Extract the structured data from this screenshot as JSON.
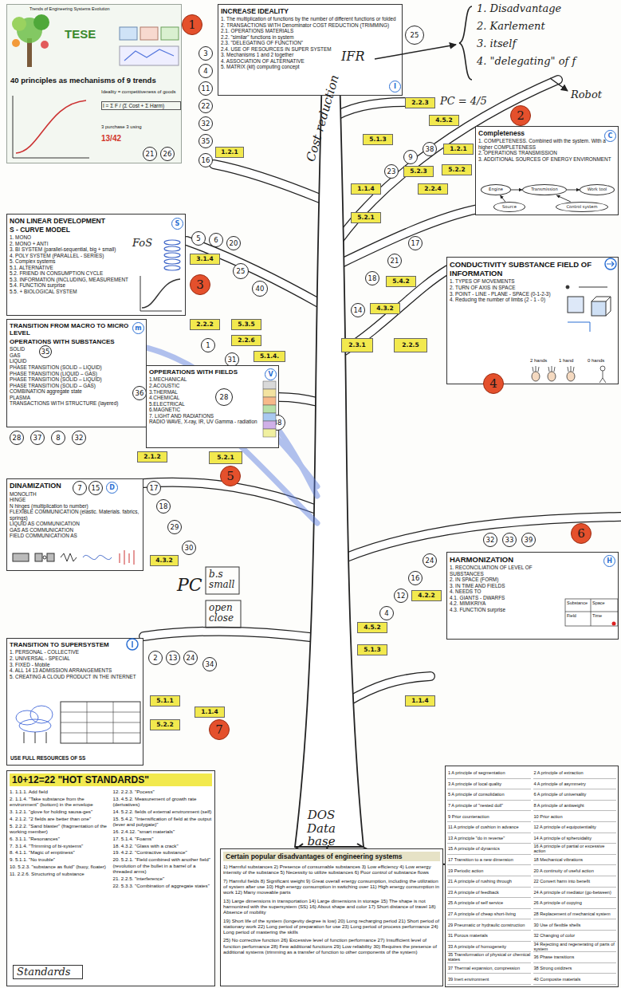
{
  "diagram": {
    "nodes": [
      {
        "text": [
          "Trends of Engineering Systems Evolution",
          "TESE",
          "40 principles as mechanisms of 9 trends",
          "Ideality = competitiveness of goods",
          "I = Σ F / (Σ Cost + Σ Harm)",
          "3 purchase 3 using",
          "13/42"
        ]
      },
      {
        "text": [
          "21"
        ],
        "in": 0
      },
      {
        "text": [
          "26"
        ],
        "in": 0
      },
      {
        "text": [
          "1"
        ]
      },
      {
        "text": [
          "3"
        ]
      },
      {
        "text": [
          "4"
        ]
      },
      {
        "text": [
          "11"
        ]
      },
      {
        "text": [
          "22"
        ]
      },
      {
        "text": [
          "32"
        ]
      },
      {
        "text": [
          "35"
        ]
      },
      {
        "text": [
          "1.2.1"
        ]
      },
      {
        "text": [
          "16"
        ]
      },
      {
        "text": [
          "INCREASE IDEALITY",
          "1. The multiplication of functions by the number of different functions or folded",
          "2. TRANSACTIONS WITH Denominator COST REDUCTION (TRIMMING)",
          "2.1. OPERATIONS MATERIALS",
          "2.2. \"similar\" functions in system",
          "2.3. \"DELEGATING OF FUNCTION\"",
          "2.4. USE OF RESOURCES IN SUPER SYSTEM",
          "3. Mechanisms 1 and 2 together",
          "4. ASSOCIATION OF ALTERNATIVE",
          "5. MATRIX (kit) computing concept"
        ]
      },
      {
        "text": [
          "I"
        ],
        "in": 12
      },
      {
        "text": [
          "25"
        ]
      },
      {
        "text": [
          "2.2.3"
        ]
      },
      {
        "text": [
          "4.5.2"
        ]
      },
      {
        "text": [
          "5.1.3"
        ]
      },
      {
        "text": [
          "38"
        ]
      },
      {
        "text": [
          "9"
        ]
      },
      {
        "text": [
          "1.2.1"
        ]
      },
      {
        "text": [
          "2"
        ]
      },
      {
        "text": [
          "Completeness",
          "1. COMPLETENESS. Combined with the system. With a higher COMPLETENESS",
          "2. OPERATIONS TRANSMISSION",
          "3. ADDITIONAL SOURCES OF ENERGY ENVIRONMENT"
        ]
      },
      {
        "text": [
          "C"
        ],
        "in": 22
      },
      {
        "text": [
          "Engine"
        ],
        "in": 22
      },
      {
        "text": [
          "Transmission"
        ],
        "in": 22
      },
      {
        "text": [
          "Work tool"
        ],
        "in": 22
      },
      {
        "text": [
          "Source"
        ],
        "in": 22
      },
      {
        "text": [
          "Control system"
        ],
        "in": 22
      },
      {
        "text": [
          "5.2.2"
        ]
      },
      {
        "text": [
          "23"
        ]
      },
      {
        "text": [
          "5.2.3"
        ]
      },
      {
        "text": [
          "1.1.4"
        ]
      },
      {
        "text": [
          "2.2.4"
        ]
      },
      {
        "text": [
          "5.2.1"
        ]
      },
      {
        "text": [
          "NON LINEAR DEVELOPMENT",
          "S - CURVE MODEL",
          "1. MONO",
          "2. MONO + ANTI",
          "3. BI SYSTEM (parallel-sequential, big + small)",
          "4. POLY SYSTEM (PARALLEL - SERIES)",
          "5. Complex systems",
          "5.1. ALTERNATIVE",
          "5.2. FRIEND IN CONSUMPTION CYCLE",
          "5.3. INFORMATION (INCLUDING, MEASUREMENT",
          "5.4. FUNCTION surprise",
          "5.5. + BIOLOGICAL SYSTEM"
        ]
      },
      {
        "text": [
          "S"
        ],
        "in": 35
      },
      {
        "text": [
          "5"
        ]
      },
      {
        "text": [
          "6"
        ]
      },
      {
        "text": [
          "20"
        ]
      },
      {
        "text": [
          "3.1.4"
        ]
      },
      {
        "text": [
          "3"
        ]
      },
      {
        "text": [
          "25"
        ]
      },
      {
        "text": [
          "40"
        ]
      },
      {
        "text": [
          "17"
        ]
      },
      {
        "text": [
          "21"
        ]
      },
      {
        "text": [
          "CONDUCTIVITY SUBSTANCE FIELD OF INFORMATION",
          "1. TYPES OF MOVEMENTS",
          "2. TURN OF AXIS IN SPACE",
          "3. POINT - LINE - PLANE - SPACE (0-1-2-3)",
          "4. Reducing the number of limbs (2 - 1 - 0)",
          "2 hands",
          "1 hand",
          "0 hands"
        ]
      },
      {
        "text": [
          "18"
        ]
      },
      {
        "text": [
          "5.4.2"
        ]
      },
      {
        "text": [
          "14"
        ]
      },
      {
        "text": [
          "4.3.2"
        ]
      },
      {
        "text": [
          "2.3.1"
        ]
      },
      {
        "text": [
          "2.2.5"
        ]
      },
      {
        "text": [
          "4"
        ]
      },
      {
        "text": [
          "TRANSITION FROM MACRO TO MICRO LEVEL",
          "OPERATIONS WITH SUBSTANCES",
          "SOLID",
          "GAS",
          "LIQUID",
          "PHASE TRANSITION (SOLID – LIQUID)",
          "PHASE TRANSITION (LIQUID – GAS)",
          "PHASE TRANSITION (SOLID – LIQUID)",
          "PHASE TRANSITION (SOLID – GAS)",
          "COMBINATION aggregate state",
          "PLASMA",
          "TRANSACTIONS WITH STRUCTURE (layered)"
        ]
      },
      {
        "text": [
          "m"
        ],
        "in": 54
      },
      {
        "text": [
          "35"
        ],
        "in": 54
      },
      {
        "text": [
          "36"
        ]
      },
      {
        "text": [
          "1"
        ]
      },
      {
        "text": [
          "31"
        ]
      },
      {
        "text": [
          "2.2.2"
        ]
      },
      {
        "text": [
          "5.3.5"
        ]
      },
      {
        "text": [
          "2.2.6"
        ]
      },
      {
        "text": [
          "5.1.4."
        ]
      },
      {
        "text": [
          "OPPERATIONS WITH FIELDS",
          "1.MECHANICAL",
          "2.ACOUSTIC",
          "3.THERMAL",
          "4.CHEMICAL",
          "5.ELECTRICAL",
          "6.MAGNETIC",
          "7. LIGHT AND RADIATIONS",
          "RADIO WAVE, X-ray, IR, UV Gamma - radiation"
        ]
      },
      {
        "text": [
          "V"
        ],
        "in": 64
      },
      {
        "text": [
          "28"
        ],
        "in": 64
      },
      {
        "text": [
          "38"
        ]
      },
      {
        "text": [
          "28"
        ]
      },
      {
        "text": [
          "37"
        ]
      },
      {
        "text": [
          "8"
        ]
      },
      {
        "text": [
          "32"
        ]
      },
      {
        "text": [
          "2.1.2"
        ]
      },
      {
        "text": [
          "5.2.1"
        ]
      },
      {
        "text": [
          "5"
        ]
      },
      {
        "text": [
          "DINAMIZATION",
          "MONOLITH",
          "HINGE",
          "N hinges (multiplication to number)",
          "FLEXIBLE COMMUNICATION (elastic. Materials. fabrics, springs)",
          "LIQUID AS COMMUNICATION",
          "GAS AS COMMUNICATION",
          "FIELD COMMUNICATION AS"
        ]
      },
      {
        "text": [
          "7"
        ],
        "in": 75
      },
      {
        "text": [
          "15"
        ],
        "in": 75
      },
      {
        "text": [
          "D"
        ],
        "in": 75
      },
      {
        "text": [
          "17"
        ]
      },
      {
        "text": [
          "18"
        ]
      },
      {
        "text": [
          "29"
        ]
      },
      {
        "text": [
          "30"
        ]
      },
      {
        "text": [
          "4.3.2"
        ]
      },
      {
        "text": [
          "32"
        ]
      },
      {
        "text": [
          "33"
        ]
      },
      {
        "text": [
          "39"
        ]
      },
      {
        "text": [
          "6"
        ]
      },
      {
        "text": [
          "HARMONIZATION",
          "1. RECONCILIATION OF LEVEL OF SUBSTANCES",
          "2. IN SPACE (FORM)",
          "3. IN TIME AND FIELDS",
          "4. NEEDS TO",
          "4.1. GIANTS - DWARFS",
          "4.2. MIMIKRIYA",
          "4.3. FUNCTION surprise",
          "Substance",
          "Space",
          "Field",
          "Time"
        ]
      },
      {
        "text": [
          "H"
        ],
        "in": 88
      },
      {
        "text": [
          "24"
        ]
      },
      {
        "text": [
          "16"
        ]
      },
      {
        "text": [
          "12"
        ]
      },
      {
        "text": [
          "4"
        ]
      },
      {
        "text": [
          "4.2.2"
        ]
      },
      {
        "text": [
          "4.5.2"
        ]
      },
      {
        "text": [
          "5.1.3"
        ]
      },
      {
        "text": [
          "1.1.4"
        ]
      },
      {
        "text": [
          "TRANSITION TO SUPERSYSTEM",
          "1. PERSONAL - COLLECTIVE",
          "2. UNIVERSAL - SPECIAL",
          "3. FIXED - Mobile",
          "4. ALL 14 13 ADMISSION ARRANGEMENTS",
          "5. CREATING A CLOUD PRODUCT IN THE INTERNET",
          "USE FULL RESOURCES OF SS"
        ]
      },
      {
        "text": [
          "2"
        ]
      },
      {
        "text": [
          "13"
        ]
      },
      {
        "text": [
          "24"
        ]
      },
      {
        "text": [
          "34"
        ]
      },
      {
        "text": [
          "5.1.1"
        ]
      },
      {
        "text": [
          "1.1.4"
        ]
      },
      {
        "text": [
          "5.2.2"
        ]
      },
      {
        "text": [
          "7"
        ]
      },
      {
        "text": [
          "10+12=22 \"HOT STANDARDS\"",
          "1. 1.1.1. Add field",
          "2. 1.1.4. \"Take substance from the environment\" (bottom) in the envelope",
          "3. 1.2.1. \"glove for holding sausa-ges\"",
          "4. 2.1.2. \"2 fields are better than one\"",
          "5. 2.2.2. \"Sand blaster\" (fragmentation of the working member)",
          "6. 3.1.1. \"Resonances\"",
          "7. 3.1.4. \"Trimming of bi-systems\"",
          "8. 4.1.1. \"Magic of emptiness\"",
          "9. 5.1.1. \"No trouble\"",
          "10. 5.2.3. \"substance as fluid\" (buoy, floater)",
          "11. 2.2.6. Structuring of substance",
          "12. 2.2.3. \"Pocess\"",
          "13. 4.5.2. Measurement of growth rate (derivatives)",
          "14. 5.2.2. fields of external environment (self)",
          "15. 5.4.2. \"Intensification of field at the output (lever and polygate)\"",
          "16. 2.4.12. \"smart materials\"",
          "17. 5.1.4. \"Foams\"",
          "18. 4.3.2. \"Glass with a crack\"",
          "19. 4.2.2. \"Contractive substance\"",
          "20. 5.2.1. \"Field combined with another field\" (revolution of the bullet in a barrel of a threaded arms)",
          "21. 2.2.5. \"interference\"",
          "22. 5.3.3. \"Combination of aggregate states\""
        ]
      },
      {
        "text": [
          "Certain popular disadvantages of engineering systems",
          "1) Harmful substances 2) Presence of consumable substances 3) Low efficiency 4) Low energy intensity of the substance 5) Necessity to utilize substances 6) Poor control of substance flows",
          "7) Harmful fields 8) Significant weight 9) Great overall energy consumption, including the utilization of system after use 10) High energy consumption in switching over 11) High energy consumption in work 12) Many moveable parts",
          "13) Large dimensions in transportation 14) Large dimensions in storage 15) The shape is not harmonized with the supersystem (SS) 16) About shape and color 17) Short distance of travel 18) Absence of mobility",
          "19) Short life of the system (longevity degree is low) 20) Long recharging period 21) Short period of stationary work 22) Long period of preparation for use 23) Long period of process performance 24) Long period of mastering the skills",
          "25) No corrective function 26) Excessive level of function performance 27) Insufficient level of function performance 28) Few additional functions 29) Low reliability 30) Requires the presence of additional systems (trimming as a transfer of function to other components of the system)"
        ]
      },
      {
        "text": [
          "1 A principle of segmentation",
          "2 A principle of extraction",
          "3 A principle of local quality",
          "4 A principle of asymmetry",
          "5 A principle of consolidation",
          "6 A principle of universality",
          "7 A principle of \"nested doll\"",
          "8 A principle of antiweight",
          "9 Prior counteraction",
          "10 Prior action",
          "11 A principle of cushion in advance",
          "12 A principle of equipotentiality",
          "13 A principle \"do in reverse\"",
          "14 A principle of spheroidality",
          "15 A principle of dynamics",
          "16 A principle of partial or excessive action",
          "17 Transition to a new dimension",
          "18 Mechanical vibrations",
          "19 Periodic action",
          "20 A continuity of useful action",
          "21 A principle of rushing through",
          "22 Convert harm into benefit",
          "23 A principle of feedback",
          "24 A principle of mediator (go-between)",
          "25 A principle of self service",
          "26 A principle of copying",
          "27 A principle of cheap short-living",
          "28 Replacement of mechanical system",
          "29 Pneumatic or hydraulic construction",
          "30 Use of flexible shells",
          "31 Porous materials",
          "32 Changing of color",
          "33 A principle of homogeneity",
          "34 Rejecting and regenerating of parts of system",
          "35 Transformation of physical or chemical states",
          "36 Phase transitions",
          "37 Thermal expansion, compression",
          "38 Strong oxidizers",
          "39 Inert environment",
          "40 Composite materials"
        ]
      }
    ],
    "edges": [
      {
        "from": 27,
        "to": 24,
        "arrow": "to"
      },
      {
        "from": 24,
        "to": 25,
        "arrow": "to"
      },
      {
        "from": 25,
        "to": 26,
        "arrow": "to"
      },
      {
        "from": 28,
        "to": 25,
        "arrow": "to"
      }
    ],
    "labels": [
      "IFR",
      "1. Disadvantage",
      "2. Karlement",
      "3. itself",
      "4. \"delegating\" of f",
      "Robot",
      "PC = 4/5",
      "Cost reduction",
      "FoS",
      "PC",
      "b.s small",
      "open close",
      "DOS Data base",
      "Standards"
    ]
  }
}
